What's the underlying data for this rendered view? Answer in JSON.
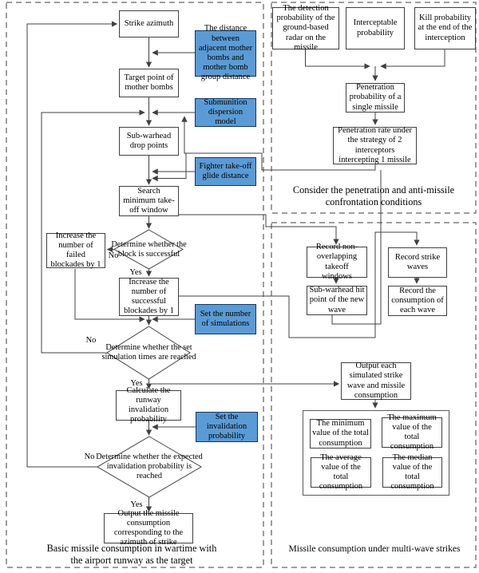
{
  "regions": {
    "left_caption": "Basic missile consumption in wartime with the airport runway as the target",
    "top_right_caption": "Consider the penetration and anti-missile confrontation conditions",
    "bottom_right_caption": "Missile consumption under multi-wave strikes"
  },
  "nodes": {
    "strike_azimuth": "Strike azimuth",
    "input_distance": "The distance between adjacent mother bombs and mother bomb group distance",
    "target_point": "Target point of mother bombs",
    "input_submunition": "Submunition dispersion model",
    "subwarhead_drop": "Sub-warhead drop points",
    "input_fighter": "Fighter take-off glide distance",
    "search_window": "Search minimum take-off window",
    "decision_block": "Determine whether the block is successful",
    "failed_blockades": "Increase the number of failed blockades by 1",
    "successful_blockades": "Increase the number of successful blockades by 1",
    "input_simulations": "Set the number of simulations",
    "decision_simulation": "Determine whether the set simulation times are reached",
    "calc_invalidation": "Calculate the runway invalidation probability",
    "input_invalidation": "Set the invalidation probability",
    "decision_invalidation": "Determine whether the expected invalidation probability is reached",
    "output_consumption": "Output the missile consumption corresponding to the azimuth of strike",
    "detection_probability": "The detection probability of the ground-based radar on the missile",
    "interceptable_probability": "Interceptable probability",
    "kill_probability": "Kill probability at the end of the interception",
    "penetration_single": "Penetration probability of a single missile",
    "penetration_rate": "Penetration rate under the strategy of 2 interceptors intercepting 1 missile",
    "record_nonoverlap": "Record non-overlapping takeoff windows",
    "subwarhead_hit": "Sub-warhead hit point of the new wave",
    "record_waves": "Record strike waves",
    "record_wave_consumption": "Record the consumption of each wave",
    "output_each_wave": "Output each simulated strike wave and missile consumption",
    "min_total": "The minimum value of the total consumption",
    "max_total": "The maximum value of the total consumption",
    "avg_total": "The average value of the total consumption",
    "median_total": "The median value of the total consumption"
  },
  "labels": {
    "yes": "Yes",
    "no": "No"
  },
  "colors": {
    "input_fill": "#5b9bd5",
    "input_border": "#17375e",
    "line": "#404040",
    "dashed_border": "#7f7f7f"
  }
}
